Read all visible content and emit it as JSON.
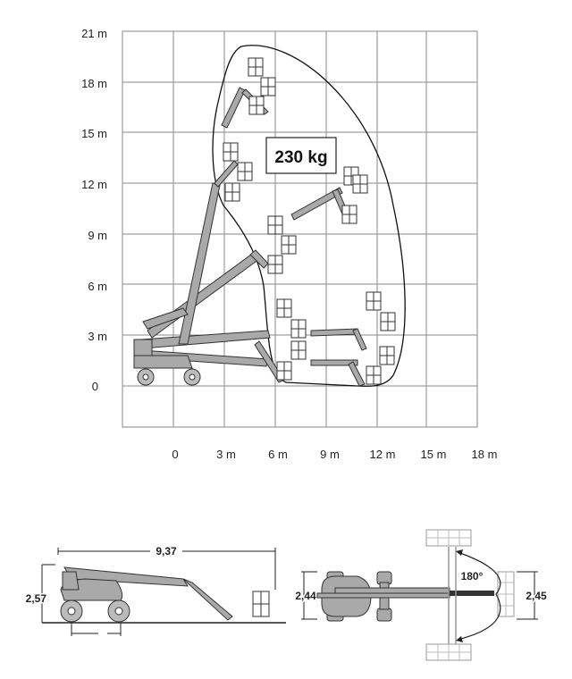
{
  "working_range": {
    "y_axis_labels": [
      "21 m",
      "18 m",
      "15 m",
      "12 m",
      "9 m",
      "6 m",
      "3 m",
      "0"
    ],
    "x_axis_labels": [
      "0",
      "3 m",
      "6 m",
      "9 m",
      "12 m",
      "15 m",
      "18 m"
    ],
    "load_label": "230 kg"
  },
  "dimensions": {
    "length": "9,37",
    "height": "2,57",
    "width": "2,44",
    "rotation": "180°",
    "platform_width": "2,45"
  },
  "colors": {
    "machine": "#a9a9a9",
    "grid": "#8a8a8a",
    "outline": "#222222"
  }
}
